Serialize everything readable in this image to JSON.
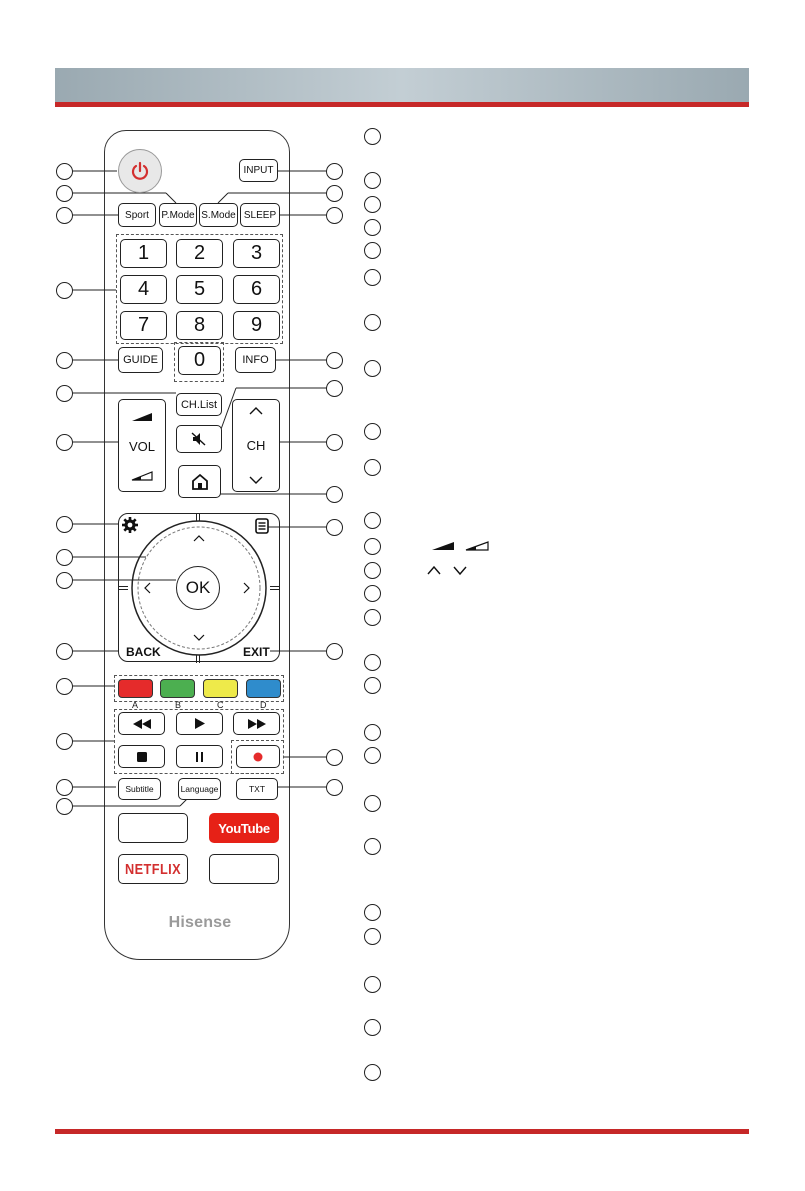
{
  "remote": {
    "buttons": {
      "input": "INPUT",
      "sport": "Sport",
      "pmode": "P.Mode",
      "smode": "S.Mode",
      "sleep": "SLEEP",
      "digits": [
        "1",
        "2",
        "3",
        "4",
        "5",
        "6",
        "7",
        "8",
        "9",
        "0"
      ],
      "guide": "GUIDE",
      "info": "INFO",
      "chlist": "CH.List",
      "vol": "VOL",
      "ch": "CH",
      "ok": "OK",
      "back": "BACK",
      "exit": "EXIT",
      "subtitle": "Subtitle",
      "language": "Language",
      "txt": "TXT"
    },
    "color_labels": [
      "A",
      "B",
      "C",
      "D"
    ],
    "colors": {
      "red": "#e52b2b",
      "green": "#4caf50",
      "yellow": "#eeea4a",
      "blue": "#2f8ccc"
    },
    "brand_logo": "Hisense",
    "app_logos": [
      "YouTube",
      "NETFLIX"
    ]
  },
  "theme": {
    "header_gray": "#a9b6bd",
    "accent_red": "#c62828"
  }
}
